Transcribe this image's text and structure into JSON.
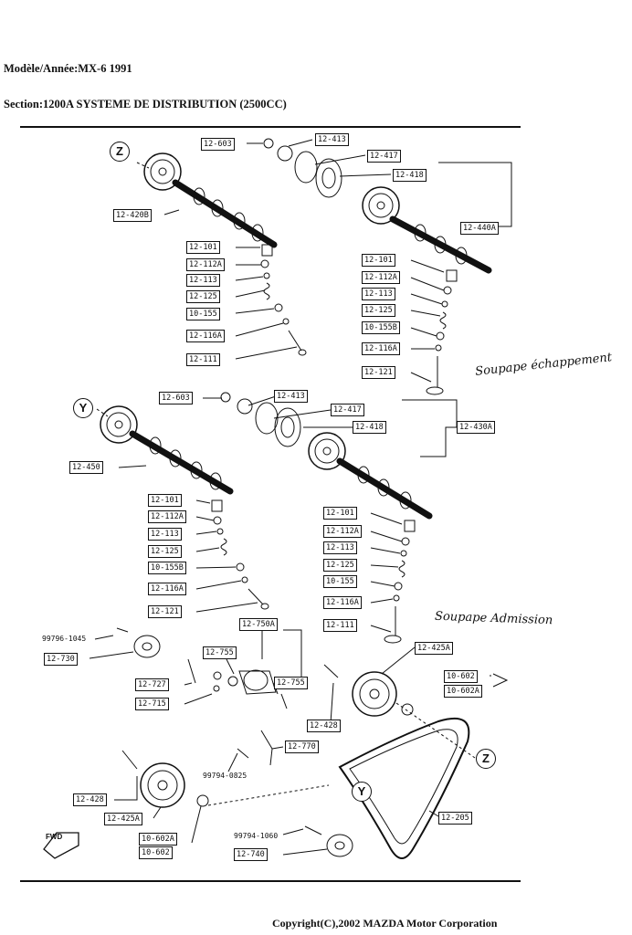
{
  "header": {
    "model_line": "Modèle/Année:MX-6 1991",
    "section_line": "Section:1200A  SYSTEME DE DISTRIBUTION (2500CC)"
  },
  "footer": {
    "copyright": "Copyright(C),2002 MAZDA Motor Corporation"
  },
  "diagram": {
    "view_markers": {
      "z": "Z",
      "y": "Y"
    },
    "fwd_label": "FWD",
    "part_labels": {
      "p12_603_a": "12-603",
      "p12_413_a": "12-413",
      "p12_417_a": "12-417",
      "p12_418_a": "12-418",
      "p12_420b": "12-420B",
      "p12_440a": "12-440A",
      "l_101": "12-101",
      "l_112a": "12-112A",
      "l_113": "12-113",
      "l_125": "12-125",
      "l_155": "10-155",
      "l_116a": "12-116A",
      "l_111": "12-111",
      "r_101": "12-101",
      "r_112a": "12-112A",
      "r_113": "12-113",
      "r_125": "12-125",
      "r_155b": "10-155B",
      "r_116a": "12-116A",
      "r_121": "12-121",
      "p12_603_b": "12-603",
      "p12_413_b": "12-413",
      "p12_417_b": "12-417",
      "p12_418_b": "12-418",
      "p12_430a": "12-430A",
      "p12_450": "12-450",
      "bl_101": "12-101",
      "bl_112a": "12-112A",
      "bl_113": "12-113",
      "bl_125": "12-125",
      "bl_155b": "10-155B",
      "bl_116a": "12-116A",
      "bl_121": "12-121",
      "br_101": "12-101",
      "br_112a": "12-112A",
      "br_113": "12-113",
      "br_125": "12-125",
      "br_155": "10-155",
      "br_116a": "12-116A",
      "br_111": "12-111",
      "p12_730": "12-730",
      "p12_750a": "12-750A",
      "p12_755_a": "12-755",
      "p12_755_b": "12-755",
      "p12_727": "12-727",
      "p12_715": "12-715",
      "p12_425a_r": "12-425A",
      "p10_602": "10-602",
      "p10_602a": "10-602A",
      "p12_428_r": "12-428",
      "p12_770": "12-770",
      "p12_428_l": "12-428",
      "p12_425a_l": "12-425A",
      "p10_602a_l": "10-602A",
      "p10_602_l": "10-602",
      "p12_205": "12-205",
      "p12_740": "12-740"
    },
    "plain_labels": {
      "b99796": "99796-1045",
      "b99794_0825": "99794-0825",
      "b99794_1060": "99794-1060"
    },
    "handwritten": {
      "exhaust": "Soupape échappement",
      "intake": "Soupape Admission"
    }
  }
}
